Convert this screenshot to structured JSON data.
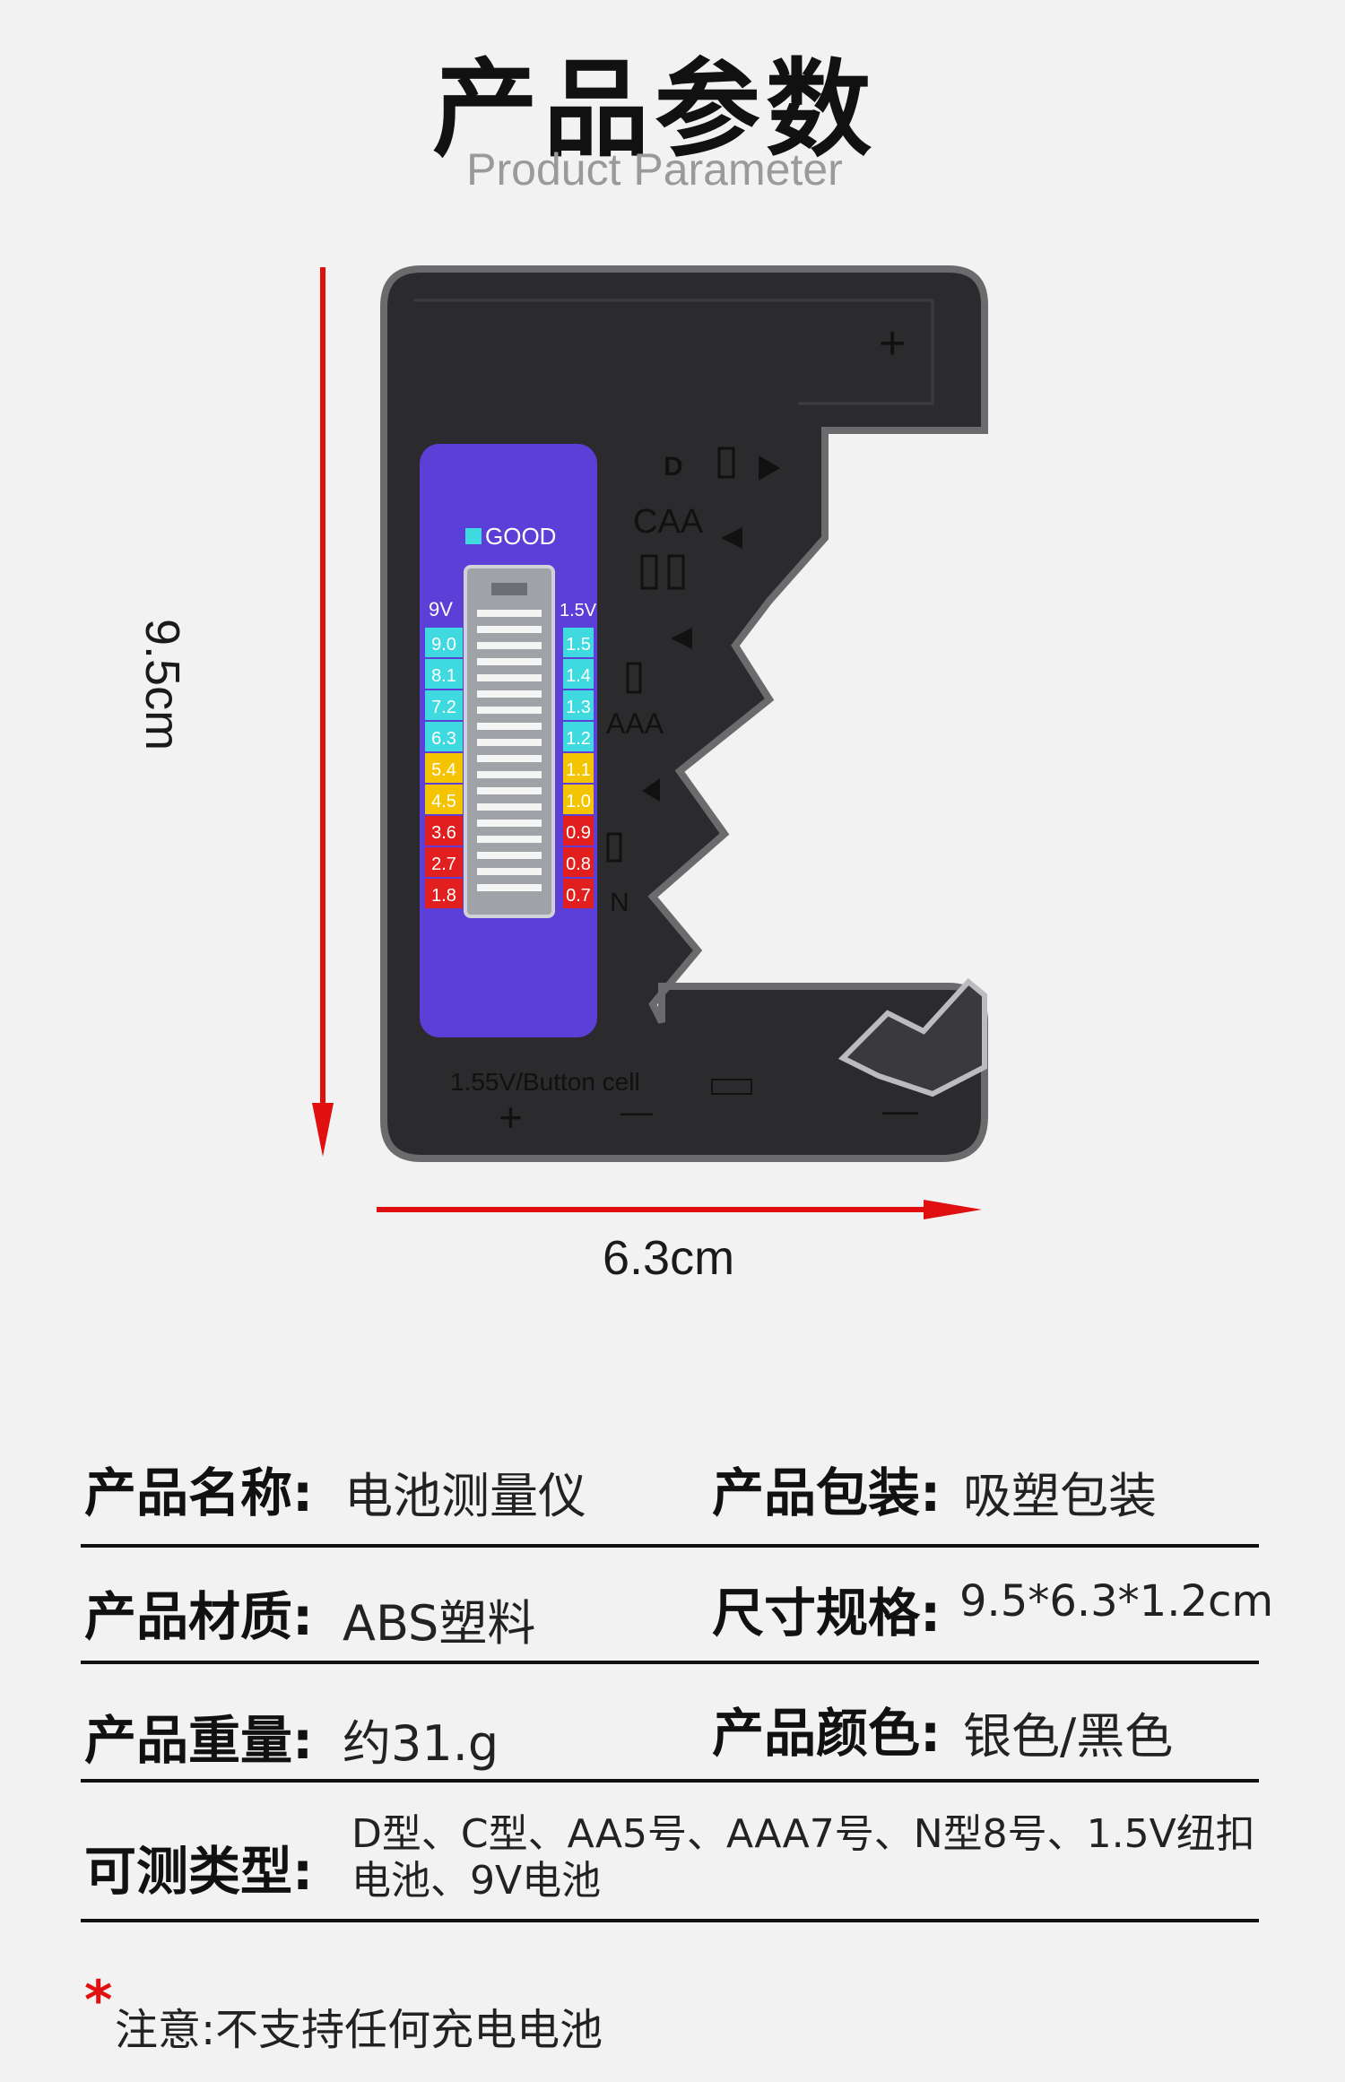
{
  "header": {
    "title": "产品参数",
    "subtitle": "Product Parameter"
  },
  "figure": {
    "height_label": "9.5cm",
    "width_label": "6.3cm",
    "device": {
      "good_label": "GOOD",
      "left_scale_header": "9V",
      "right_scale_header": "1.5V",
      "left_scale": [
        "9.0",
        "8.1",
        "7.2",
        "6.3",
        "5.4",
        "4.5",
        "3.6",
        "2.7",
        "1.8"
      ],
      "right_scale": [
        "1.5",
        "1.4",
        "1.3",
        "1.2",
        "1.1",
        "1.0",
        "0.9",
        "0.8",
        "0.7"
      ],
      "slot_labels": [
        "D",
        "CAA",
        "AAA",
        "N"
      ],
      "button_cell_label": "1.55V/Button cell",
      "plus": "+",
      "minus": "—",
      "colors": {
        "cyan": "#3fd9e0",
        "yellow": "#f5c400",
        "red": "#e21f1f",
        "panel": "#5c3fd6",
        "body": "#2b2b2d"
      }
    }
  },
  "specs": {
    "name_label": "产品名称:",
    "name_value": "电池测量仪",
    "package_label": "产品包装:",
    "package_value": "吸塑包装",
    "material_label": "产品材质:",
    "material_value": "ABS塑料",
    "size_label": "尺寸规格:",
    "size_value": "9.5*6.3*1.2cm",
    "weight_label": "产品重量:",
    "weight_value": "约31.g",
    "color_label": "产品颜色:",
    "color_value": "银色/黑色",
    "types_label": "可测类型:",
    "types_value": "D型、C型、AA5号、AAA7号、N型8号、1.5V纽扣电池、9V电池"
  },
  "note": {
    "star": "*",
    "text": "注意:不支持任何充电电池"
  }
}
